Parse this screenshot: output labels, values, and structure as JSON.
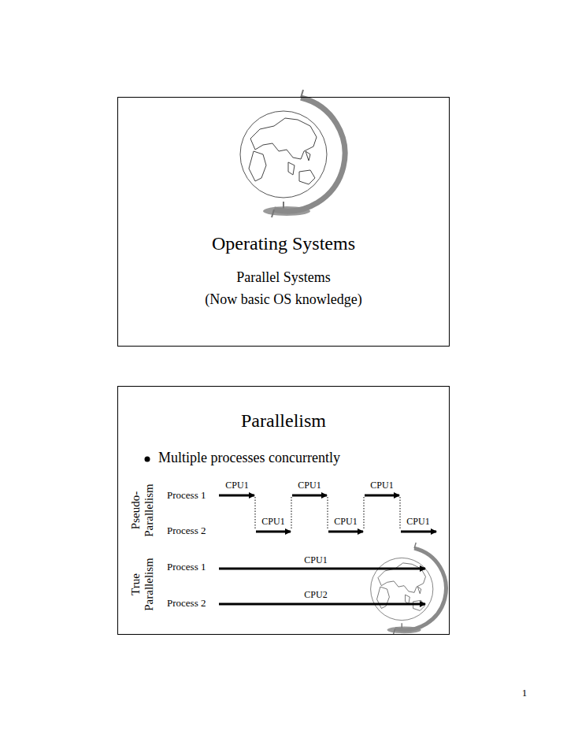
{
  "diagram": {
    "nodes": [
      {
        "text": [
          "Operating Systems",
          "Parallel Systems",
          "(Now basic OS knowledge)"
        ]
      },
      {
        "text": [
          "Parallelism",
          "Multiple processes concurrently"
        ]
      }
    ],
    "labels": [
      "Pseudo- Parallelism",
      "Process 1",
      "CPU1",
      "CPU1",
      "CPU1",
      "CPU1",
      "CPU1",
      "CPU1",
      "Process 2",
      "True Parallelism",
      "Process 1",
      "CPU1",
      "Process 2",
      "CPU2",
      "1"
    ]
  }
}
